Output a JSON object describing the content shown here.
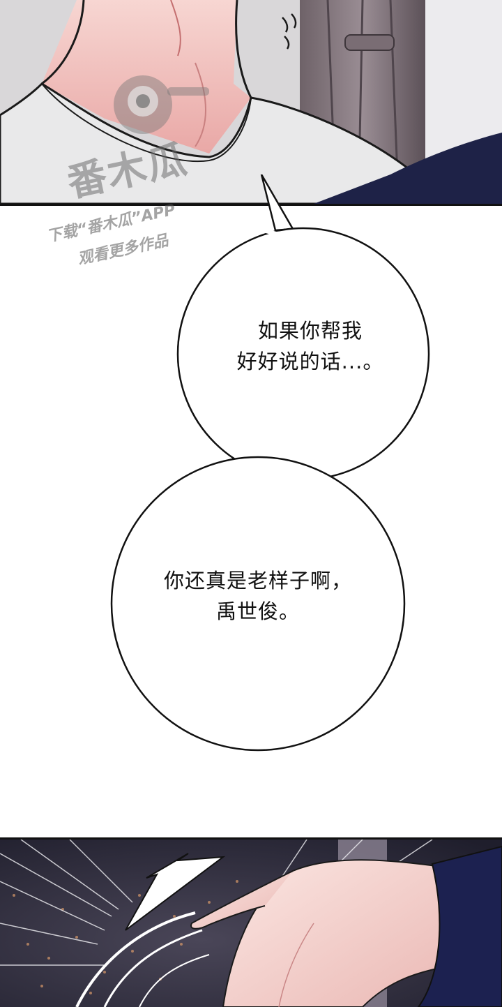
{
  "bubbles": [
    {
      "text": "如果你帮我\n好好说的话...。"
    },
    {
      "text": "你还真是老样子啊，\n禹世俊。"
    }
  ],
  "watermark": {
    "brand": "番木瓜",
    "line1": "下载“番木瓜”APP",
    "line2": "观看更多作品"
  },
  "sfx": {
    "sweat_marks": "''"
  }
}
